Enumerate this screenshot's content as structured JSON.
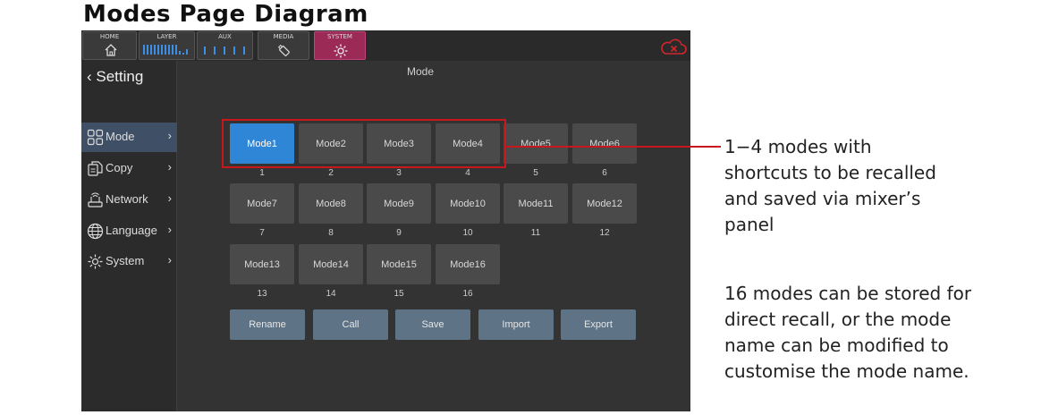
{
  "page_title": "Modes Page Diagram",
  "topbar": {
    "tabs": [
      {
        "label": "HOME",
        "icon": "home-icon"
      },
      {
        "label": "LAYER",
        "icon": "level-meter-icon"
      },
      {
        "label": "AUX",
        "icon": "level-meter-icon"
      },
      {
        "label": "MEDIA",
        "icon": "usb-drive-icon"
      },
      {
        "label": "SYSTEM",
        "icon": "gear-icon"
      }
    ],
    "active_tab": "SYSTEM",
    "cloud_icon": "cloud-disconnected-icon"
  },
  "sidebar": {
    "back_label": "Setting",
    "items": [
      {
        "label": "Mode",
        "icon": "grid-icon",
        "selected": true
      },
      {
        "label": "Copy",
        "icon": "copy-icon",
        "selected": false
      },
      {
        "label": "Network",
        "icon": "network-icon",
        "selected": false
      },
      {
        "label": "Language",
        "icon": "globe-icon",
        "selected": false
      },
      {
        "label": "System",
        "icon": "gear-icon",
        "selected": false
      }
    ]
  },
  "screen_title": "Mode",
  "modes": [
    {
      "label": "Mode1",
      "num": "1",
      "active": true
    },
    {
      "label": "Mode2",
      "num": "2"
    },
    {
      "label": "Mode3",
      "num": "3"
    },
    {
      "label": "Mode4",
      "num": "4"
    },
    {
      "label": "Mode5",
      "num": "5"
    },
    {
      "label": "Mode6",
      "num": "6"
    },
    {
      "label": "Mode7",
      "num": "7"
    },
    {
      "label": "Mode8",
      "num": "8"
    },
    {
      "label": "Mode9",
      "num": "9"
    },
    {
      "label": "Mode10",
      "num": "10"
    },
    {
      "label": "Mode11",
      "num": "11"
    },
    {
      "label": "Mode12",
      "num": "12"
    },
    {
      "label": "Mode13",
      "num": "13"
    },
    {
      "label": "Mode14",
      "num": "14"
    },
    {
      "label": "Mode15",
      "num": "15"
    },
    {
      "label": "Mode16",
      "num": "16"
    }
  ],
  "actions": [
    "Rename",
    "Call",
    "Save",
    "Import",
    "Export"
  ],
  "annotations": {
    "shortcut_note": [
      "1−4  modes  with",
      "shortcuts to be recalled",
      "and saved via mixer’s",
      "panel"
    ],
    "storage_note": [
      "16 modes can be stored for",
      "direct recall, or the mode",
      "name can be modified to",
      "customise the mode name."
    ]
  },
  "colors": {
    "accent": "#2f86d6",
    "highlight": "#c9171e",
    "system_tab": "#9b2a56",
    "action_button": "#5e7385"
  }
}
